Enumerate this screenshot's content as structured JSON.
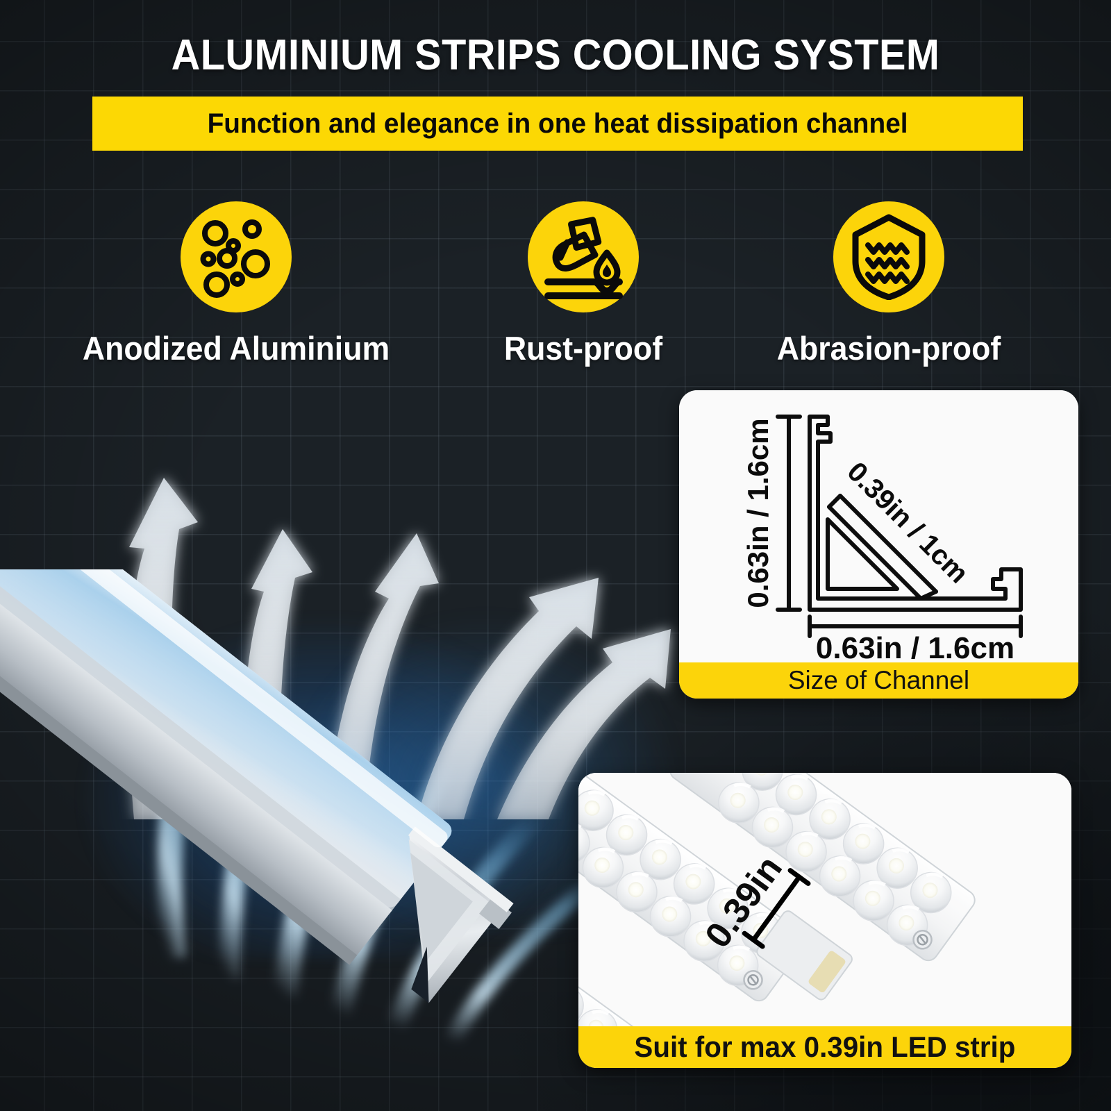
{
  "header": {
    "title": "ALUMINIUM STRIPS COOLING SYSTEM",
    "subtitle": "Function and elegance in one heat dissipation channel"
  },
  "features": [
    {
      "label": "Anodized Aluminium",
      "icon": "bubbles-circle-icon"
    },
    {
      "label": "Rust-proof",
      "icon": "test-tube-drop-icon"
    },
    {
      "label": "Abrasion-proof",
      "icon": "shield-waves-icon"
    }
  ],
  "size_card": {
    "caption": "Size of Channel",
    "height_label": "0.63in / 1.6cm",
    "diagonal_label": "0.39in / 1cm",
    "width_label": "0.63in / 1.6cm"
  },
  "led_card": {
    "caption": "Suit for max 0.39in LED strip",
    "strip_width_label": "0.39in"
  },
  "colors": {
    "accent_yellow": "#fcd40a",
    "background_dark": "#1b2126",
    "text_light": "#ffffff",
    "airflow_blue": "#2f86d0"
  }
}
